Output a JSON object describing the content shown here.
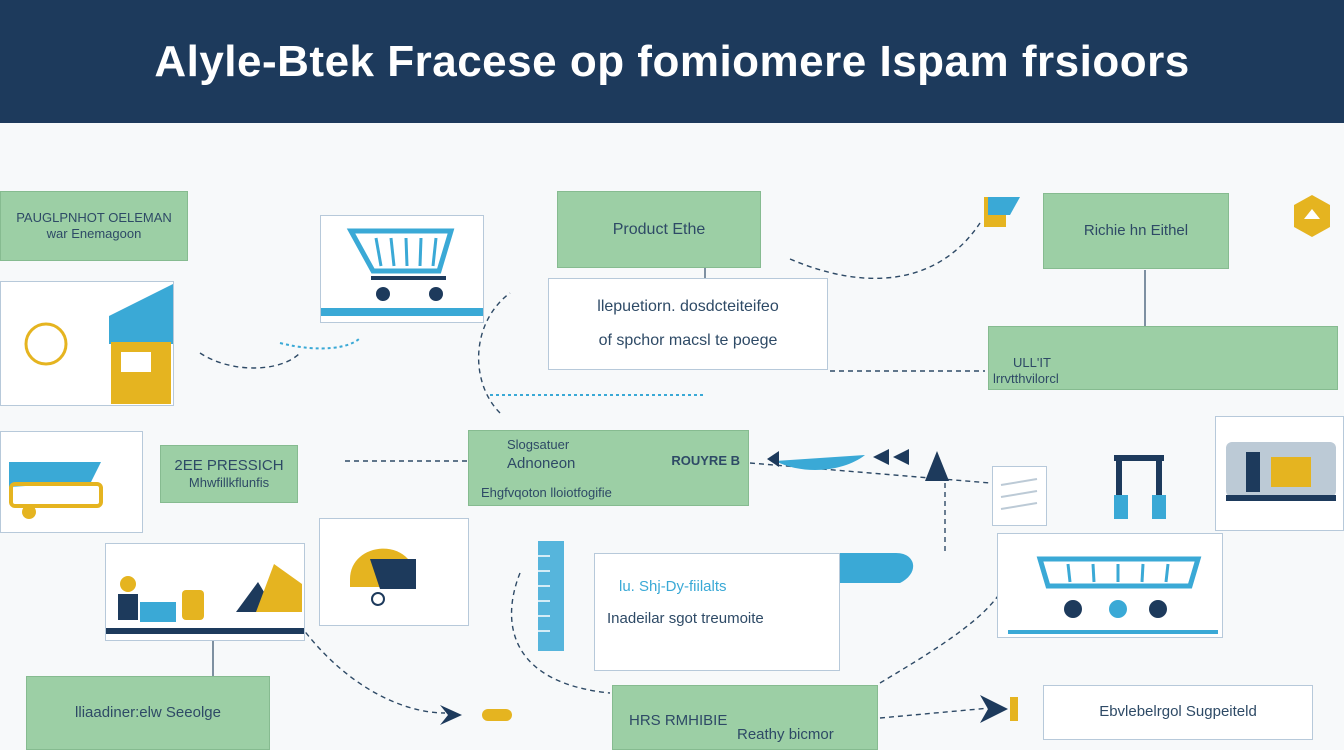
{
  "header": {
    "title": "Alyle-Btek Fracese op fomiomere Ispam frsioors"
  },
  "nodes": {
    "top_left": {
      "line1": "PAUGLPNHOT OELEMAN",
      "line2": "war Enemagoon"
    },
    "product_ethe": {
      "label": "Product Ethe"
    },
    "position_card": {
      "line1": "llepuetiorn. dosdcteiteifeo",
      "line2": "of spchor macsl te poege"
    },
    "right_top": {
      "label": "Richie hn Eithel"
    },
    "right_mid": {
      "line1": "ULL'IT",
      "line2": "lrrvtthvilorcl"
    },
    "pressich": {
      "line1": "2EE PRESSICH",
      "line2": "Mhwfillkflunfis"
    },
    "center_green": {
      "line1": "Slogsatuer",
      "line2": "Adnoneon",
      "line3": "Ehgfvqoton lloiotfogifie",
      "tag": "ROUYRE B"
    },
    "blue_card": {
      "line1": "lu. Shj-Dy-fiilalts",
      "line2": "Inadeilar sgot treumoite"
    },
    "bottom_left": {
      "label": "lliaadiner:elw Seeolge"
    },
    "bottom_mid": {
      "line1": "HRS RMHIBIE",
      "line2": "Reathy bicmor"
    },
    "bottom_right": {
      "label": "Ebvlebelrgol Sugpeiteld"
    }
  },
  "colors": {
    "header": "#1d3a5c",
    "green": "#9ccfa5",
    "blue": "#3aa9d6",
    "navy": "#1d3a5c",
    "gold": "#e5b420"
  }
}
